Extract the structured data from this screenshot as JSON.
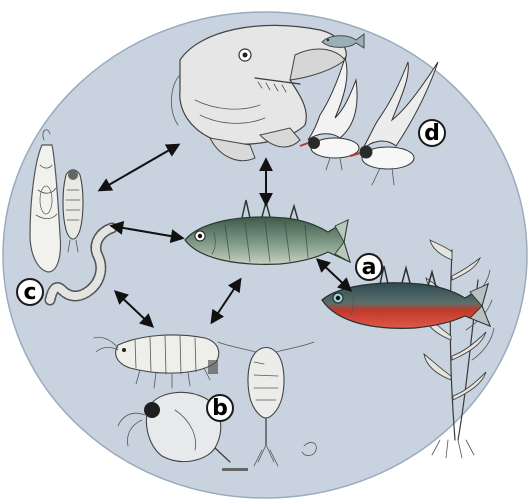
{
  "labels": {
    "a": "a",
    "b": "b",
    "c": "c",
    "d": "d"
  },
  "colors": {
    "background_disc": "#c8d3df",
    "disc_border": "#9aabbd",
    "label_circle_fill": "#ffffff",
    "label_circle_stroke": "#1a1a1a",
    "stickleback_body": "#5e7a68",
    "stickleback_red": "#c0392b",
    "arrow": "#111111"
  }
}
